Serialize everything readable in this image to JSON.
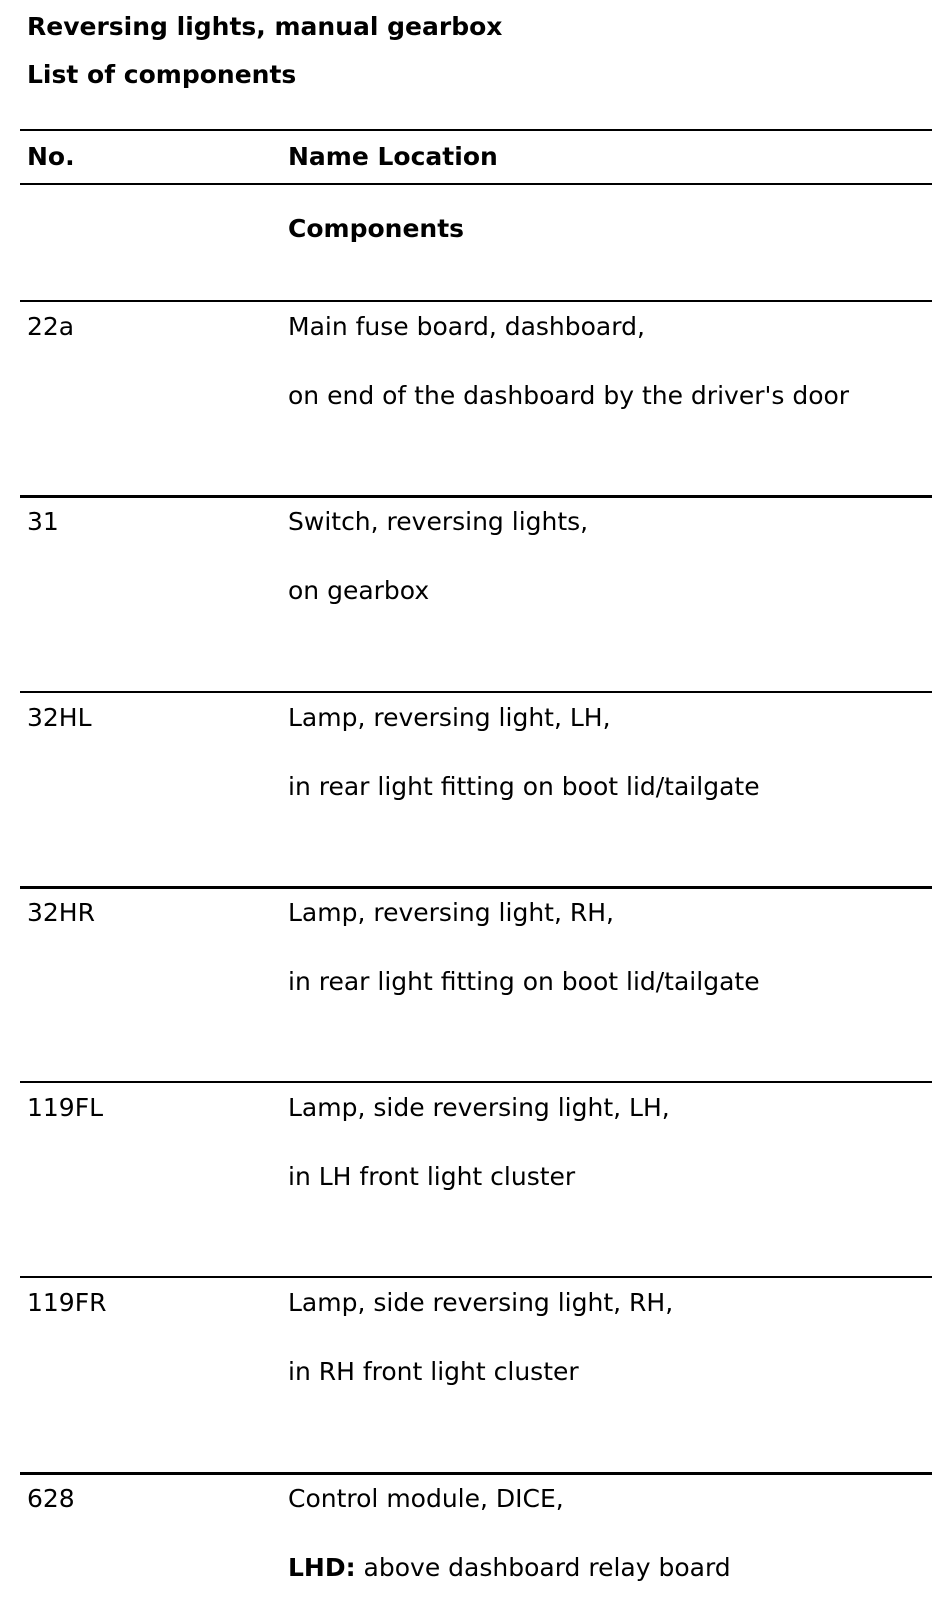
{
  "document": {
    "title": "Reversing lights, manual gearbox",
    "subtitle": "List of components"
  },
  "table": {
    "headers": {
      "no": "No.",
      "name_location": "Name Location"
    },
    "section_label": "Components",
    "rows": [
      {
        "no": "22a",
        "name": "Main fuse board, dashboard,",
        "location": "on end of the dashboard by the driver's door"
      },
      {
        "no": "31",
        "name": "Switch, reversing lights,",
        "location": "on gearbox"
      },
      {
        "no": "32HL",
        "name": "Lamp, reversing light, LH,",
        "location": "in rear light fitting on boot lid/tailgate"
      },
      {
        "no": "32HR",
        "name": "Lamp, reversing light, RH,",
        "location": "in rear light fitting on boot lid/tailgate"
      },
      {
        "no": "119FL",
        "name": "Lamp, side reversing light, LH,",
        "location": "in LH front light cluster"
      },
      {
        "no": "119FR",
        "name": "Lamp, side reversing light, RH,",
        "location": "in RH front light cluster"
      },
      {
        "no": "628",
        "name": "Control module, DICE,",
        "location_prefix": "LHD:",
        "location": " above dashboard relay board"
      }
    ]
  }
}
